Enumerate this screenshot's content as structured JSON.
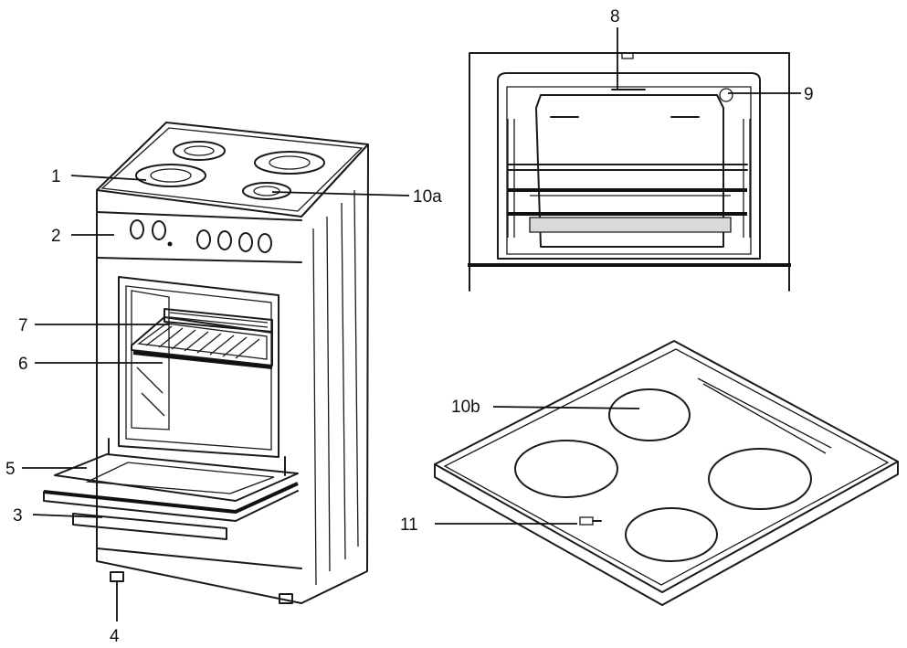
{
  "labels": {
    "l1": "1",
    "l2": "2",
    "l3": "3",
    "l4": "4",
    "l5": "5",
    "l6": "6",
    "l7": "7",
    "l8": "8",
    "l9": "9",
    "l10a": "10a",
    "l10b": "10b",
    "l11": "11"
  }
}
